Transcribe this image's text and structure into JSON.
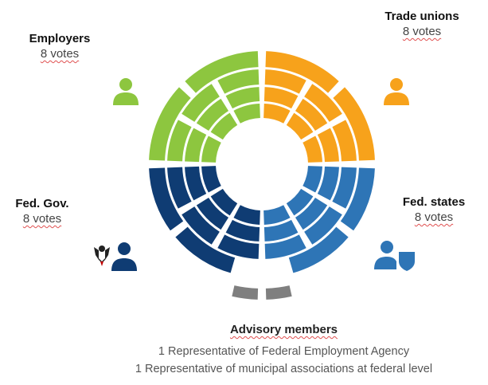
{
  "colors": {
    "employers": "#8dc63f",
    "trade_unions": "#f7a21b",
    "fed_gov": "#0f3c73",
    "fed_states": "#2e75b6",
    "advisory": "#7f7f7f"
  },
  "groups": {
    "employers": {
      "title": "Employers",
      "votes": "8 votes",
      "icon": "person-icon"
    },
    "trade_unions": {
      "title": "Trade unions",
      "votes": "8 votes",
      "icon": "person-icon"
    },
    "fed_gov": {
      "title": "Fed. Gov.",
      "votes": "8 votes",
      "icon": "federal-eagle-person-icon"
    },
    "fed_states": {
      "title": "Fed. states",
      "votes": "8 votes",
      "icon": "person-shield-icon"
    }
  },
  "advisory": {
    "title": "Advisory members",
    "line1": "1 Representative of Federal Employment Agency",
    "line2": "1 Representative of municipal associations at federal level"
  }
}
